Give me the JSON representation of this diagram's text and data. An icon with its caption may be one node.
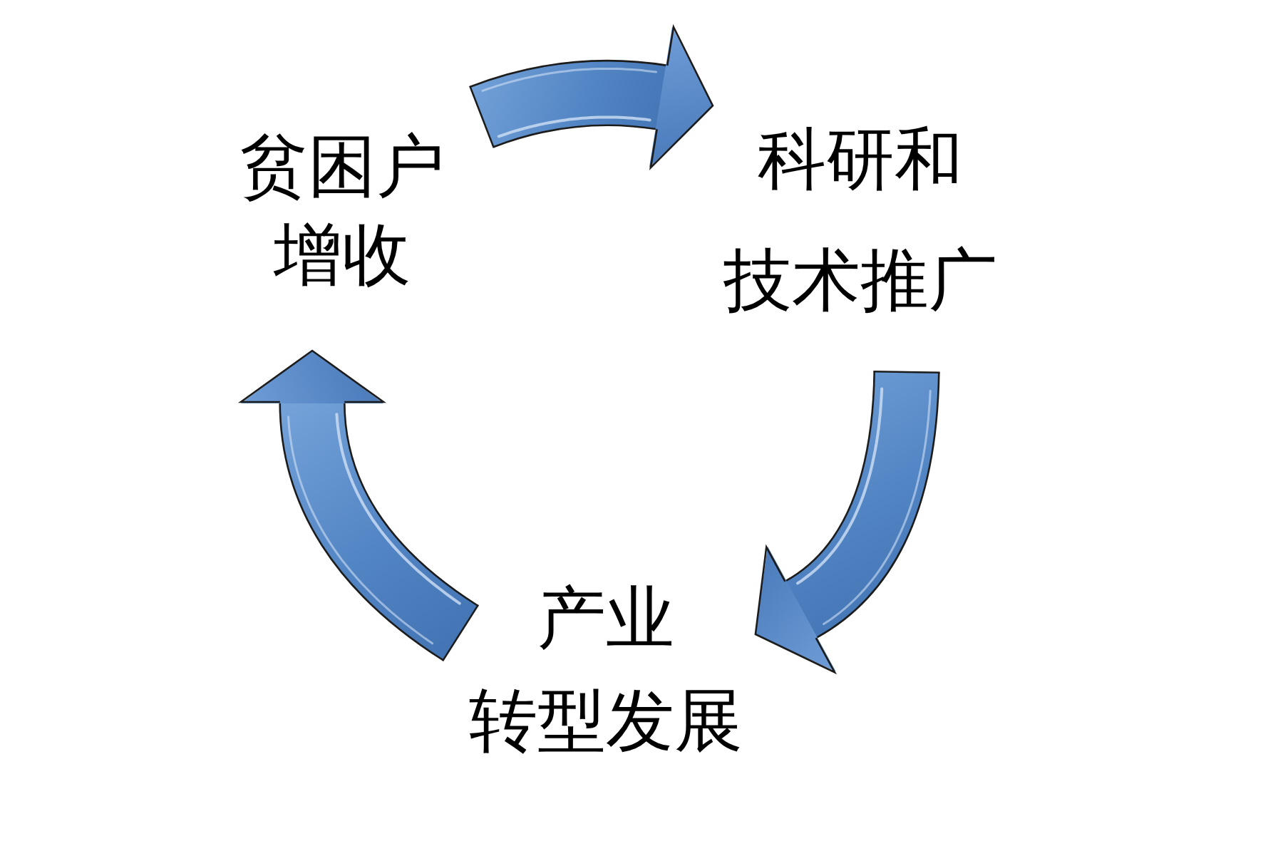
{
  "diagram": {
    "nodes": [
      {
        "text": [
          "贫困户增收"
        ]
      },
      {
        "text": [
          "科研和技术推广"
        ]
      },
      {
        "text": [
          "产业转型发展"
        ]
      }
    ],
    "edges": [
      {
        "from": 0,
        "to": 1,
        "arrow": "to"
      },
      {
        "from": 1,
        "to": 2,
        "arrow": "to"
      },
      {
        "from": 2,
        "to": 0,
        "arrow": "to"
      }
    ]
  }
}
